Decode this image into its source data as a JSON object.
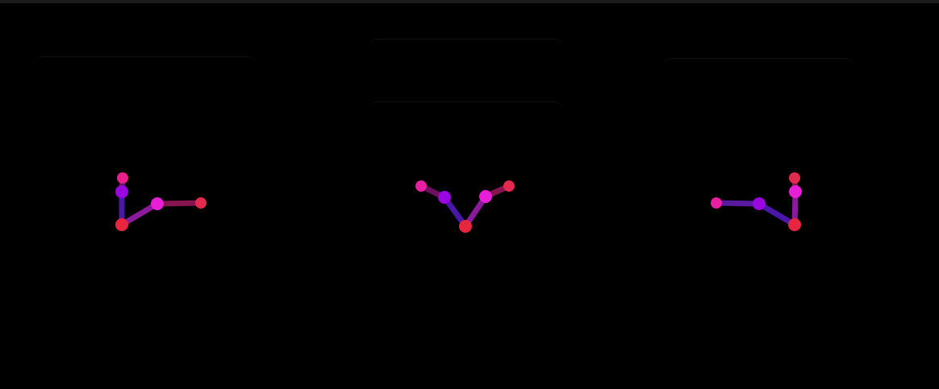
{
  "colors": {
    "background": "#000000",
    "root_joint": "#e8253f",
    "mid_joint": "#9a06e0",
    "elbow_joint": "#e81fd6",
    "tip_joint": "#e32a6e",
    "bone_dark": "#6a1aa8",
    "bone_pink": "#8e1466",
    "bone_magenta": "#9b1fa8"
  },
  "icons": [
    "pose-skeleton-left",
    "pose-skeleton-center",
    "pose-skeleton-right"
  ]
}
